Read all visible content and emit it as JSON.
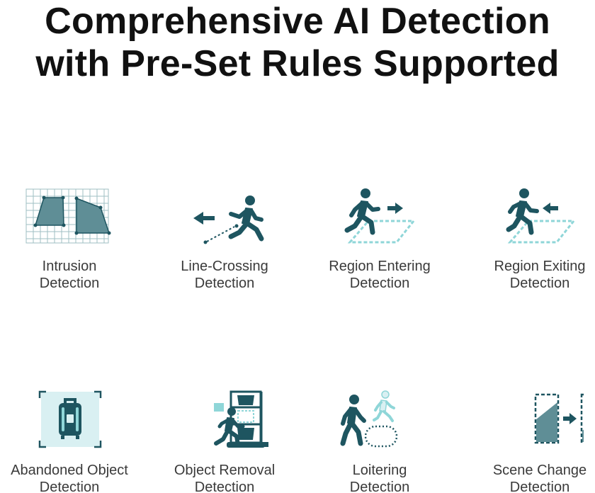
{
  "title": {
    "line1": "Comprehensive AI Detection",
    "line2": "with Pre-Set Rules Supported"
  },
  "colors": {
    "icon_dark": "#1e5560",
    "icon_mid": "#5f8e96",
    "icon_light": "#8fd6d8",
    "icon_bg": "#d9f0f2",
    "grid": "#9fbfc3"
  },
  "features": [
    {
      "icon": "intrusion-icon",
      "line1": "Intrusion",
      "line2": "Detection"
    },
    {
      "icon": "line-crossing-icon",
      "line1": "Line-Crossing",
      "line2": "Detection"
    },
    {
      "icon": "region-entering-icon",
      "line1": "Region Entering",
      "line2": "Detection"
    },
    {
      "icon": "region-exiting-icon",
      "line1": "Region Exiting",
      "line2": "Detection"
    },
    {
      "icon": "abandoned-object-icon",
      "line1": "Abandoned Object",
      "line2": "Detection"
    },
    {
      "icon": "object-removal-icon",
      "line1": "Object Removal",
      "line2": "Detection"
    },
    {
      "icon": "loitering-icon",
      "line1": "Loitering",
      "line2": "Detection"
    },
    {
      "icon": "scene-change-icon",
      "line1": "Scene Change",
      "line2": "Detection"
    }
  ]
}
